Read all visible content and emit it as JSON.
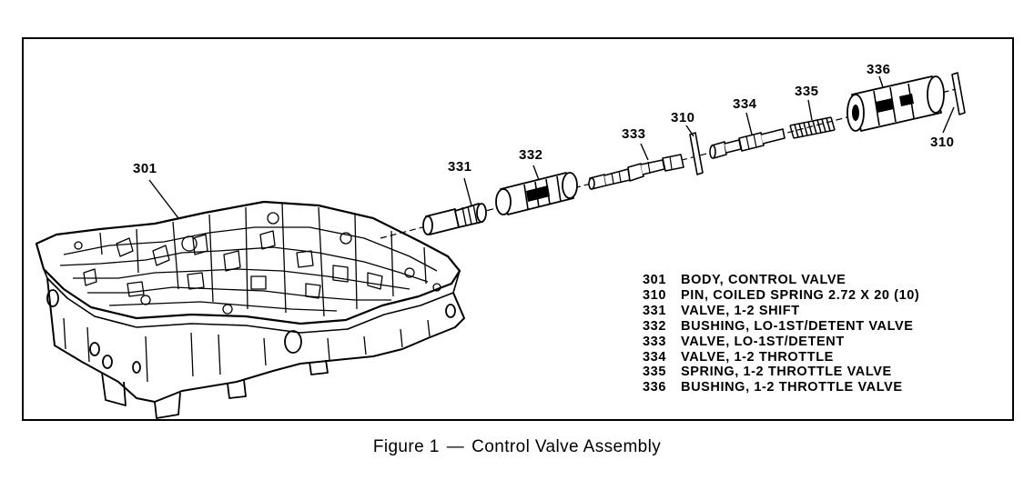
{
  "callouts": {
    "c301": "301",
    "c331": "331",
    "c332": "332",
    "c333": "333",
    "c310a": "310",
    "c334": "334",
    "c335": "335",
    "c336": "336",
    "c310b": "310"
  },
  "legend": [
    {
      "num": "301",
      "desc": "BODY, CONTROL VALVE"
    },
    {
      "num": "310",
      "desc": "PIN, COILED SPRING 2.72 X 20 (10)"
    },
    {
      "num": "331",
      "desc": "VALVE, 1-2 SHIFT"
    },
    {
      "num": "332",
      "desc": "BUSHING, LO-1ST/DETENT VALVE"
    },
    {
      "num": "333",
      "desc": "VALVE, LO-1ST/DETENT"
    },
    {
      "num": "334",
      "desc": "VALVE, 1-2 THROTTLE"
    },
    {
      "num": "335",
      "desc": "SPRING, 1-2 THROTTLE VALVE"
    },
    {
      "num": "336",
      "desc": "BUSHING, 1-2 THROTTLE VALVE"
    }
  ],
  "caption": {
    "figure": "Figure 1",
    "dash": "—",
    "title": "Control Valve Assembly"
  }
}
